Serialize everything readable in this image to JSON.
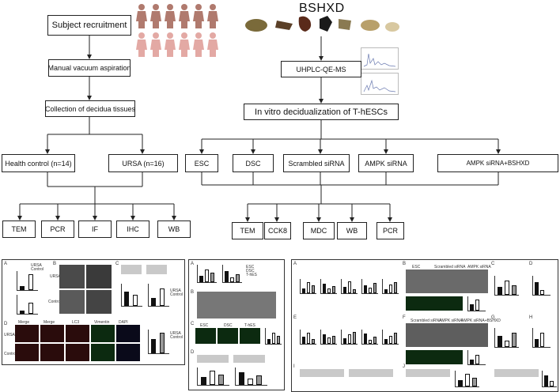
{
  "left_flow": {
    "subject_recruitment": "Subject recruitment",
    "manual_vacuum": "Manual vacuum aspiration",
    "collection": "Collection of decidua tissues",
    "health_control": "Health control (n=14)",
    "ursa": "URSA (n=16)",
    "assays": [
      "TEM",
      "PCR",
      "IF",
      "IHC",
      "WB"
    ]
  },
  "right_flow": {
    "title": "BSHXD",
    "uhplc": "UHPLC-QE-MS",
    "in_vitro": "In vitro decidualization of T-hESCs",
    "groups": [
      "ESC",
      "DSC",
      "Scrambled siRNA",
      "AMPK siRNA",
      "AMPK siRNA+BSHXD"
    ],
    "assays": [
      "TEM",
      "CCK8",
      "MDC",
      "WB",
      "PCR"
    ]
  },
  "figure_panels": {
    "left": {
      "labels": [
        "A",
        "B",
        "C",
        "D"
      ],
      "row_labels": [
        "URSA",
        "Control"
      ],
      "legend": [
        "URSA",
        "Control"
      ],
      "if_headers": [
        "Merge",
        "Merge",
        "LC3",
        "Vimentin",
        "DAPI"
      ]
    },
    "middle": {
      "labels": [
        "A",
        "B",
        "C",
        "D"
      ],
      "if_headers": [
        "ESC",
        "DSC",
        "T-hES"
      ],
      "legend": [
        "ESC",
        "DSC",
        "T-hES"
      ]
    },
    "right": {
      "labels": [
        "A",
        "B",
        "C",
        "D",
        "E",
        "F",
        "G",
        "H",
        "I",
        "J"
      ],
      "micro_headers_top": [
        "ESC",
        "Scrambled siRNA",
        "AMPK siRNA"
      ],
      "micro_headers_bottom": [
        "Scrambled siRNA",
        "AMPK siRNA",
        "AMPK siRNA+BSHXD"
      ]
    }
  }
}
